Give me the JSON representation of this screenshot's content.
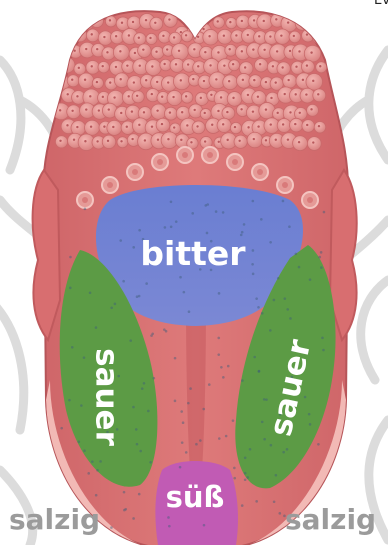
{
  "labels": {
    "bitter": "bitter",
    "sauer_left": "sauer",
    "sauer_right": "sauer",
    "suess": "süß",
    "salzig_left": "salzig",
    "salzig_right": "salzig",
    "corner": "Ev"
  },
  "colors": {
    "tongue": "#d86e70",
    "tongue_dark": "#c45a5f",
    "papillae": "#e89a98",
    "bitter_zone": "#6b7fd0",
    "sauer_zone": "#5c9b45",
    "suess_zone": "#c15bb4",
    "salzig_zone": "#f2b9b5",
    "salzig_text": "#9b9b9b",
    "background_lines": "#d9d9d9"
  }
}
